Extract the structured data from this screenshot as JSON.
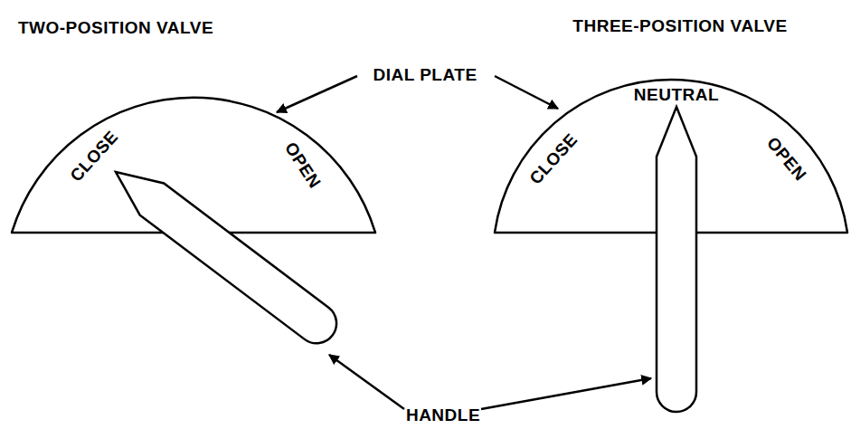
{
  "diagram": {
    "nodes": [
      {
        "text": [
          "CLOSE",
          "OPEN"
        ]
      },
      {
        "text": [
          "CLOSE",
          "NEUTRAL",
          "OPEN"
        ]
      }
    ],
    "labels": [
      "TWO-POSITION VALVE",
      "THREE-POSITION VALVE",
      "DIAL PLATE",
      "HANDLE"
    ]
  }
}
